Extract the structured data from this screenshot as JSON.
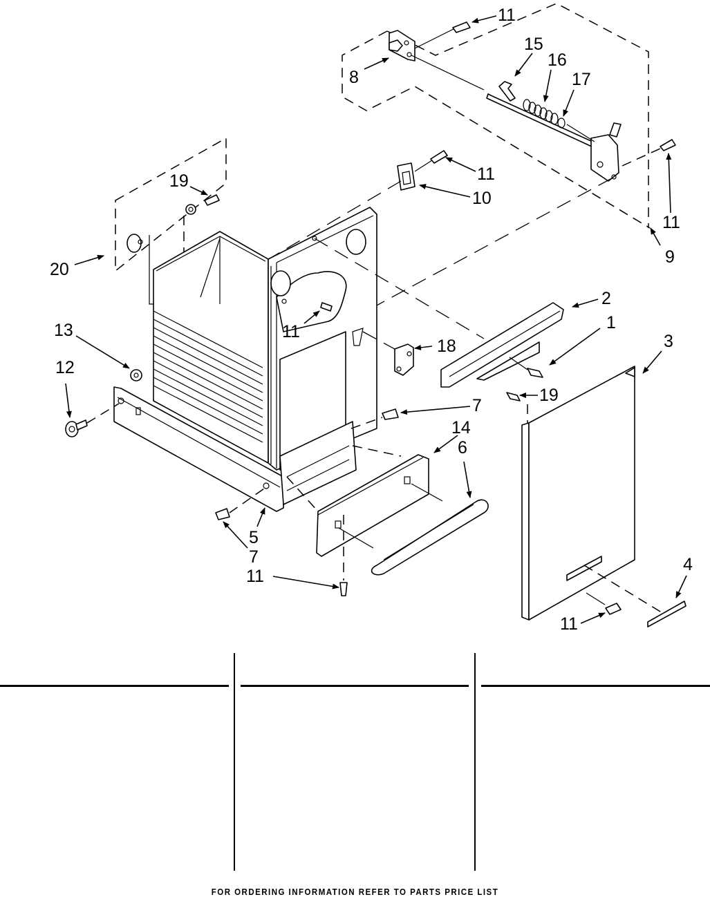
{
  "diagram": {
    "title": "Cabinet parts exploded view",
    "callouts": [
      {
        "id": "c11a",
        "label": "11"
      },
      {
        "id": "c8",
        "label": "8"
      },
      {
        "id": "c15",
        "label": "15"
      },
      {
        "id": "c16",
        "label": "16"
      },
      {
        "id": "c17",
        "label": "17"
      },
      {
        "id": "c11b",
        "label": "11"
      },
      {
        "id": "c10",
        "label": "10"
      },
      {
        "id": "c11c",
        "label": "11"
      },
      {
        "id": "c9",
        "label": "9"
      },
      {
        "id": "c19a",
        "label": "19"
      },
      {
        "id": "c20",
        "label": "20"
      },
      {
        "id": "c11d",
        "label": "11"
      },
      {
        "id": "c2",
        "label": "2"
      },
      {
        "id": "c1",
        "label": "1"
      },
      {
        "id": "c3",
        "label": "3"
      },
      {
        "id": "c13",
        "label": "13"
      },
      {
        "id": "c18",
        "label": "18"
      },
      {
        "id": "c12",
        "label": "12"
      },
      {
        "id": "c19b",
        "label": "19"
      },
      {
        "id": "c7a",
        "label": "7"
      },
      {
        "id": "c14",
        "label": "14"
      },
      {
        "id": "c6",
        "label": "6"
      },
      {
        "id": "c5",
        "label": "5"
      },
      {
        "id": "c7b",
        "label": "7"
      },
      {
        "id": "c11e",
        "label": "11"
      },
      {
        "id": "c4",
        "label": "4"
      },
      {
        "id": "c11f",
        "label": "11"
      }
    ]
  },
  "parts_table": {
    "columns": [
      {
        "header": "",
        "rows": []
      },
      {
        "header": "",
        "rows": []
      },
      {
        "header": "",
        "rows": []
      }
    ]
  },
  "footer": {
    "text": "FOR ORDERING INFORMATION REFER TO PARTS PRICE LIST"
  }
}
